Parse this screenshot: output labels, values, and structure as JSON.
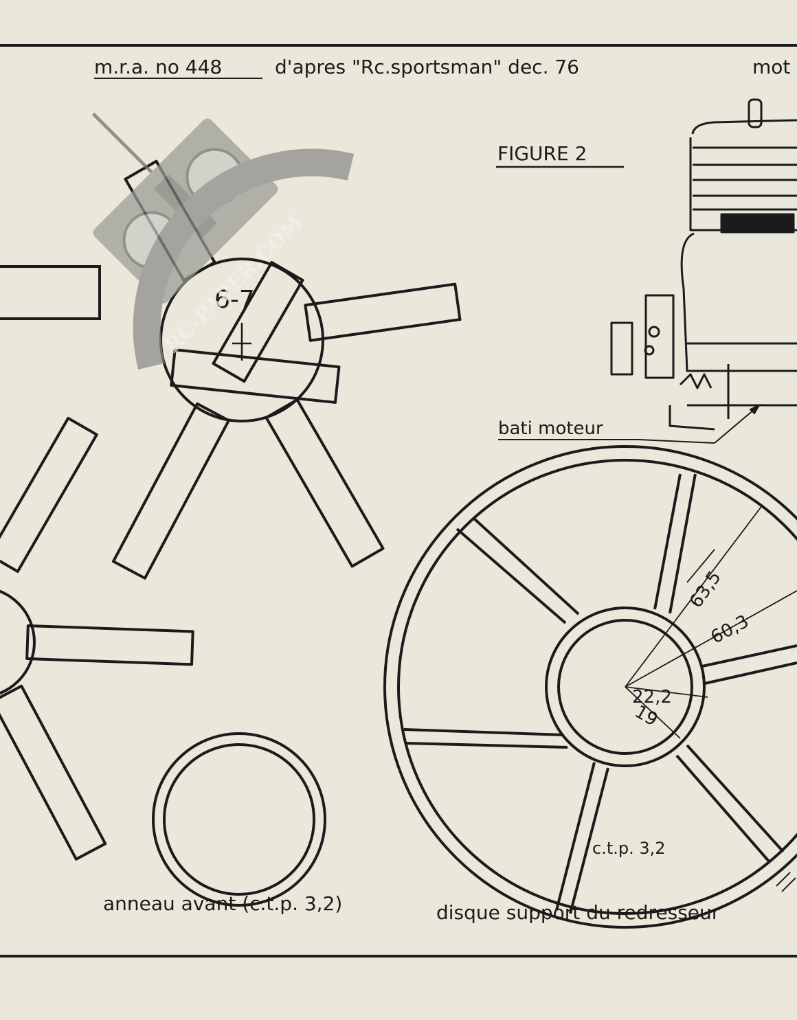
{
  "header": {
    "ref": "m.r.a. no 448",
    "source": "d'apres \"Rc.sportsman\" dec. 76",
    "section": "mot"
  },
  "figure_title": "FIGURE 2",
  "part_label": "6-7",
  "engine_mount_label": "bati moteur",
  "dimensions": {
    "d1": "63,5",
    "d2": "60,3",
    "d3": "22,2",
    "d4": "19"
  },
  "material_label": "c.t.p. 3,2",
  "captions": {
    "front_ring": "anneau avant (c.t.p. 3,2)",
    "support_disc": "disque support du redresseur"
  },
  "watermark": "RC-PAPER.COM",
  "colors": {
    "paper": "#ebe7da",
    "ink": "#1b1b1b",
    "stamp": "#8a8a86"
  },
  "icons": [
    "radio-transmitter-icon",
    "engine-drawing-icon"
  ]
}
